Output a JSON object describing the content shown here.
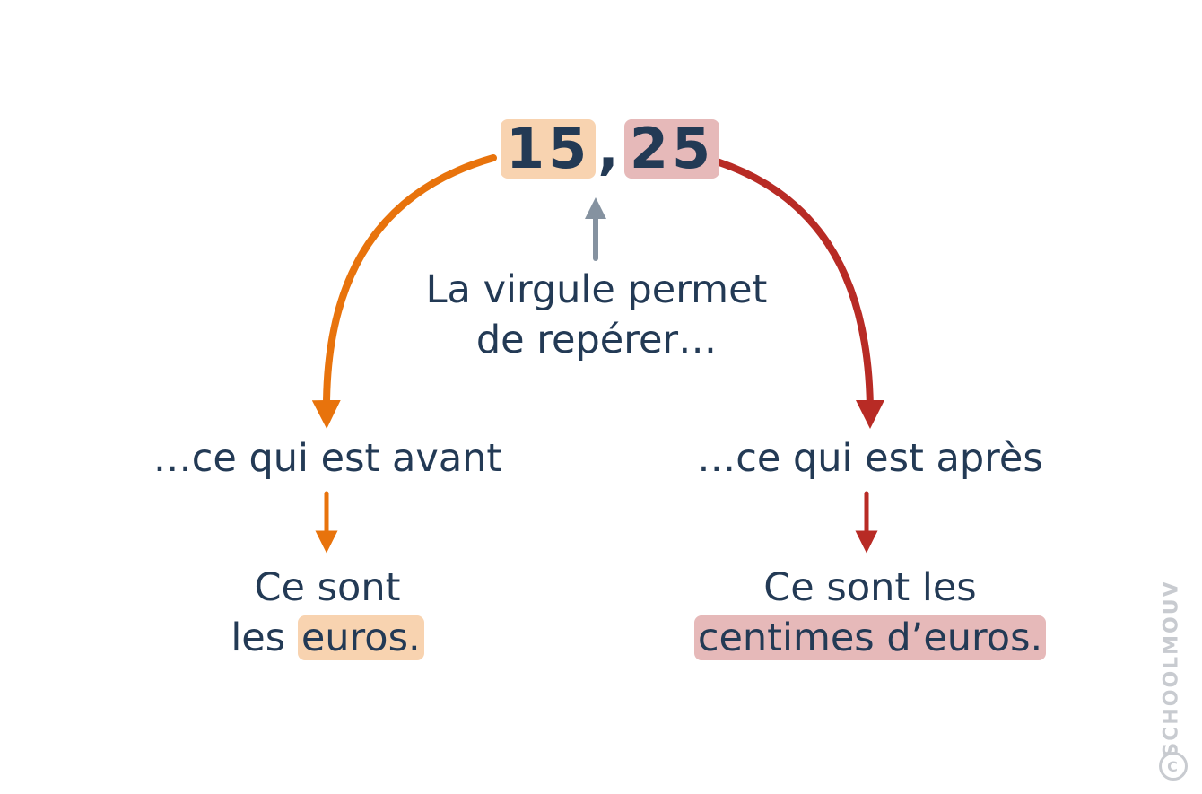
{
  "number": {
    "integer": "15",
    "comma": ",",
    "decimal": "25"
  },
  "center_note": {
    "line1": "La virgule permet",
    "line2": "de repérer…"
  },
  "left": {
    "label": "…ce qui est avant",
    "result_line1": "Ce sont",
    "result_prefix": "les ",
    "result_highlight": "euros",
    "result_suffix": "."
  },
  "right": {
    "label": "…ce qui est après",
    "result_line1": "Ce sont les",
    "result_highlight": "centimes d’euros",
    "result_suffix": "."
  },
  "watermark": {
    "text": "SCHOOLMOUV",
    "symbol": "C",
    "icon": "copyright-icon"
  },
  "colors": {
    "text": "#233a55",
    "orange": "#e8730c",
    "red": "#b82b25",
    "grey_arrow": "#8592a0",
    "highlight_euro": "#f8d3b0",
    "highlight_cent": "#e6b9b9"
  }
}
